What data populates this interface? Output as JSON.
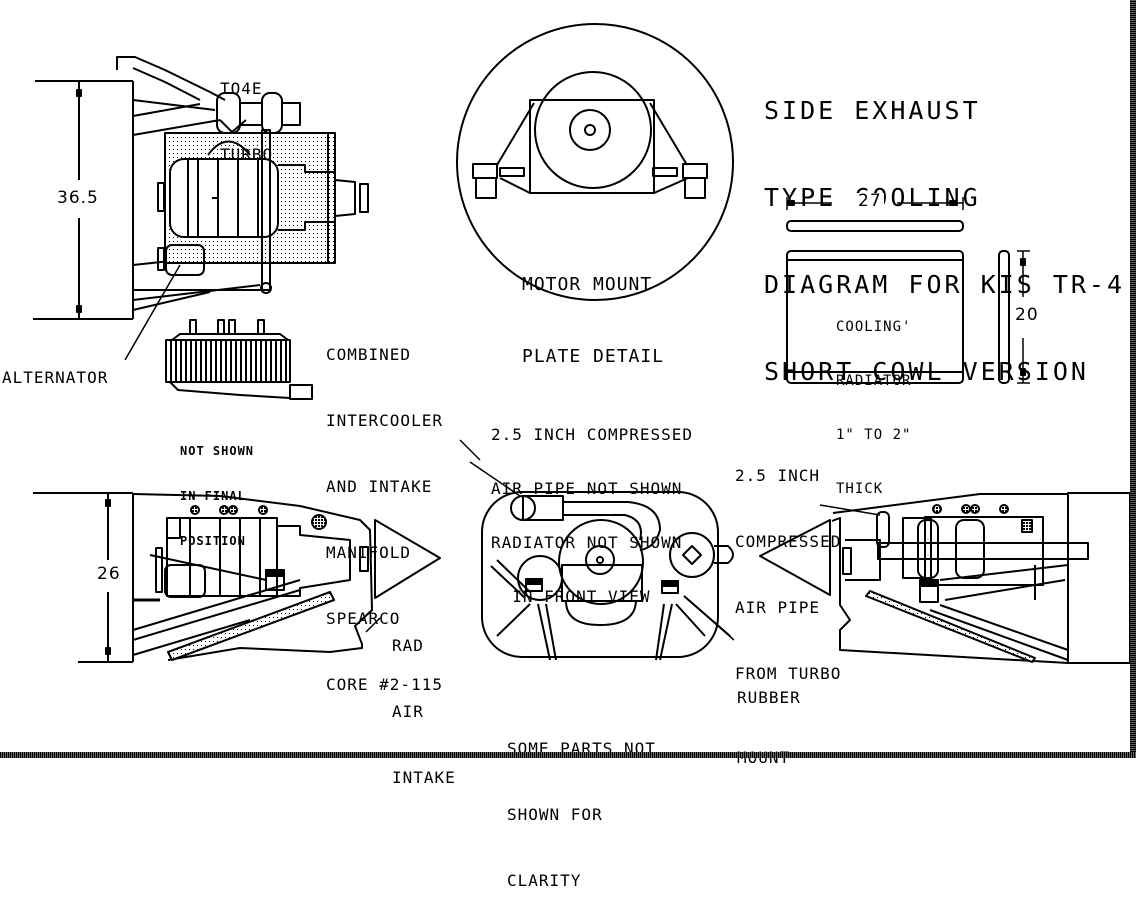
{
  "title": {
    "lines": [
      "SIDE EXHAUST",
      "TYPE COOLING",
      "DIAGRAM FOR KIS TR-4",
      "SHORT COWL VERSION"
    ]
  },
  "labels": {
    "turbo": [
      "TO4E",
      "TURBO"
    ],
    "alternator": "ALTERNATOR",
    "intercooler": [
      "COMBINED",
      "INTERCOOLER",
      "AND INTAKE",
      "MANIFOLD",
      "SPEARCO",
      "CORE #2-115"
    ],
    "not_shown": [
      "NOT SHOWN",
      "IN FINAL",
      "POSITION"
    ],
    "motor_mount": [
      "MOTOR MOUNT",
      "PLATE DETAIL"
    ],
    "radiator": [
      "COOLING'",
      "RADIATOR",
      "1\" TO 2\"",
      "THICK"
    ],
    "air_pipe_note": [
      "2.5 INCH COMPRESSED",
      "AIR PIPE NOT SHOWN",
      "RADIATOR NOT SHOWN",
      "  IN FRONT VIEW"
    ],
    "air_pipe_turbo": [
      "2.5 INCH",
      "COMPRESSED",
      "AIR PIPE",
      "FROM TURBO"
    ],
    "rad_air_intake": [
      "RAD",
      "AIR",
      "INTAKE"
    ],
    "rubber_mount": [
      "RUBBER",
      "MOUNT"
    ],
    "clarity": [
      "SOME PARTS NOT",
      "SHOWN FOR",
      "CLARITY"
    ]
  },
  "dimensions": {
    "top_view_height": "36.5",
    "side_view_height": "26",
    "radiator_width": "27",
    "radiator_height": "20"
  },
  "colors": {
    "ink": "#000000",
    "paper": "#ffffff",
    "stipple": "#8a8a8a"
  }
}
